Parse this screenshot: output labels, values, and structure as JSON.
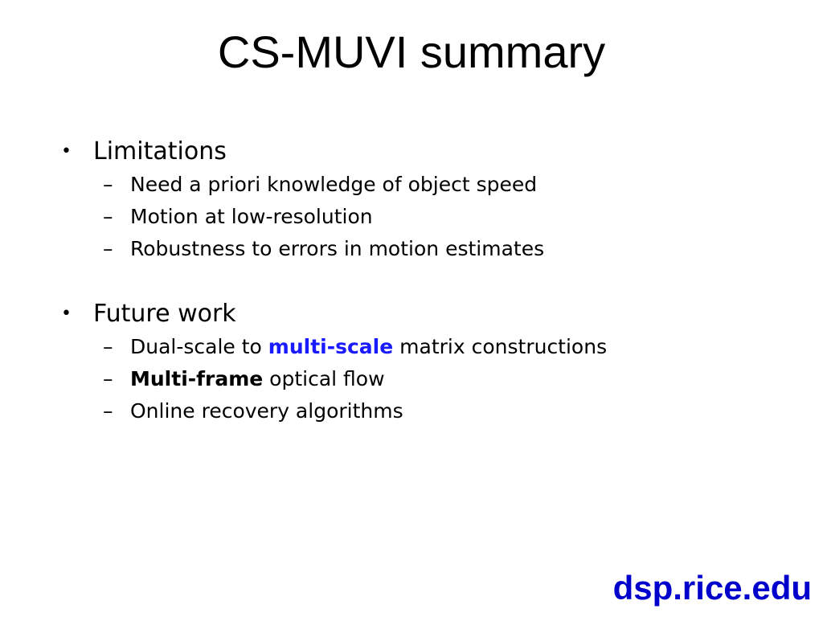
{
  "title": "CS-MUVI summary",
  "bullet_symbol": "•",
  "dash_symbol": "–",
  "sections": [
    {
      "heading": "Limitations",
      "items": [
        {
          "text": "Need a priori knowledge of object speed"
        },
        {
          "text": "Motion at low-resolution"
        },
        {
          "text": "Robustness to errors in motion estimates"
        }
      ]
    },
    {
      "heading": "Future work",
      "items": [
        {
          "pre": "Dual-scale to ",
          "highlight": "multi-scale",
          "post": " matrix constructions"
        },
        {
          "bold": "Multi-frame",
          "post": " optical flow"
        },
        {
          "text": "Online recovery algorithms"
        }
      ]
    }
  ],
  "footer": {
    "url": "dsp.rice.edu"
  },
  "colors": {
    "accent": "#1a1aff",
    "footer": "#0000cc",
    "text": "#000000"
  }
}
